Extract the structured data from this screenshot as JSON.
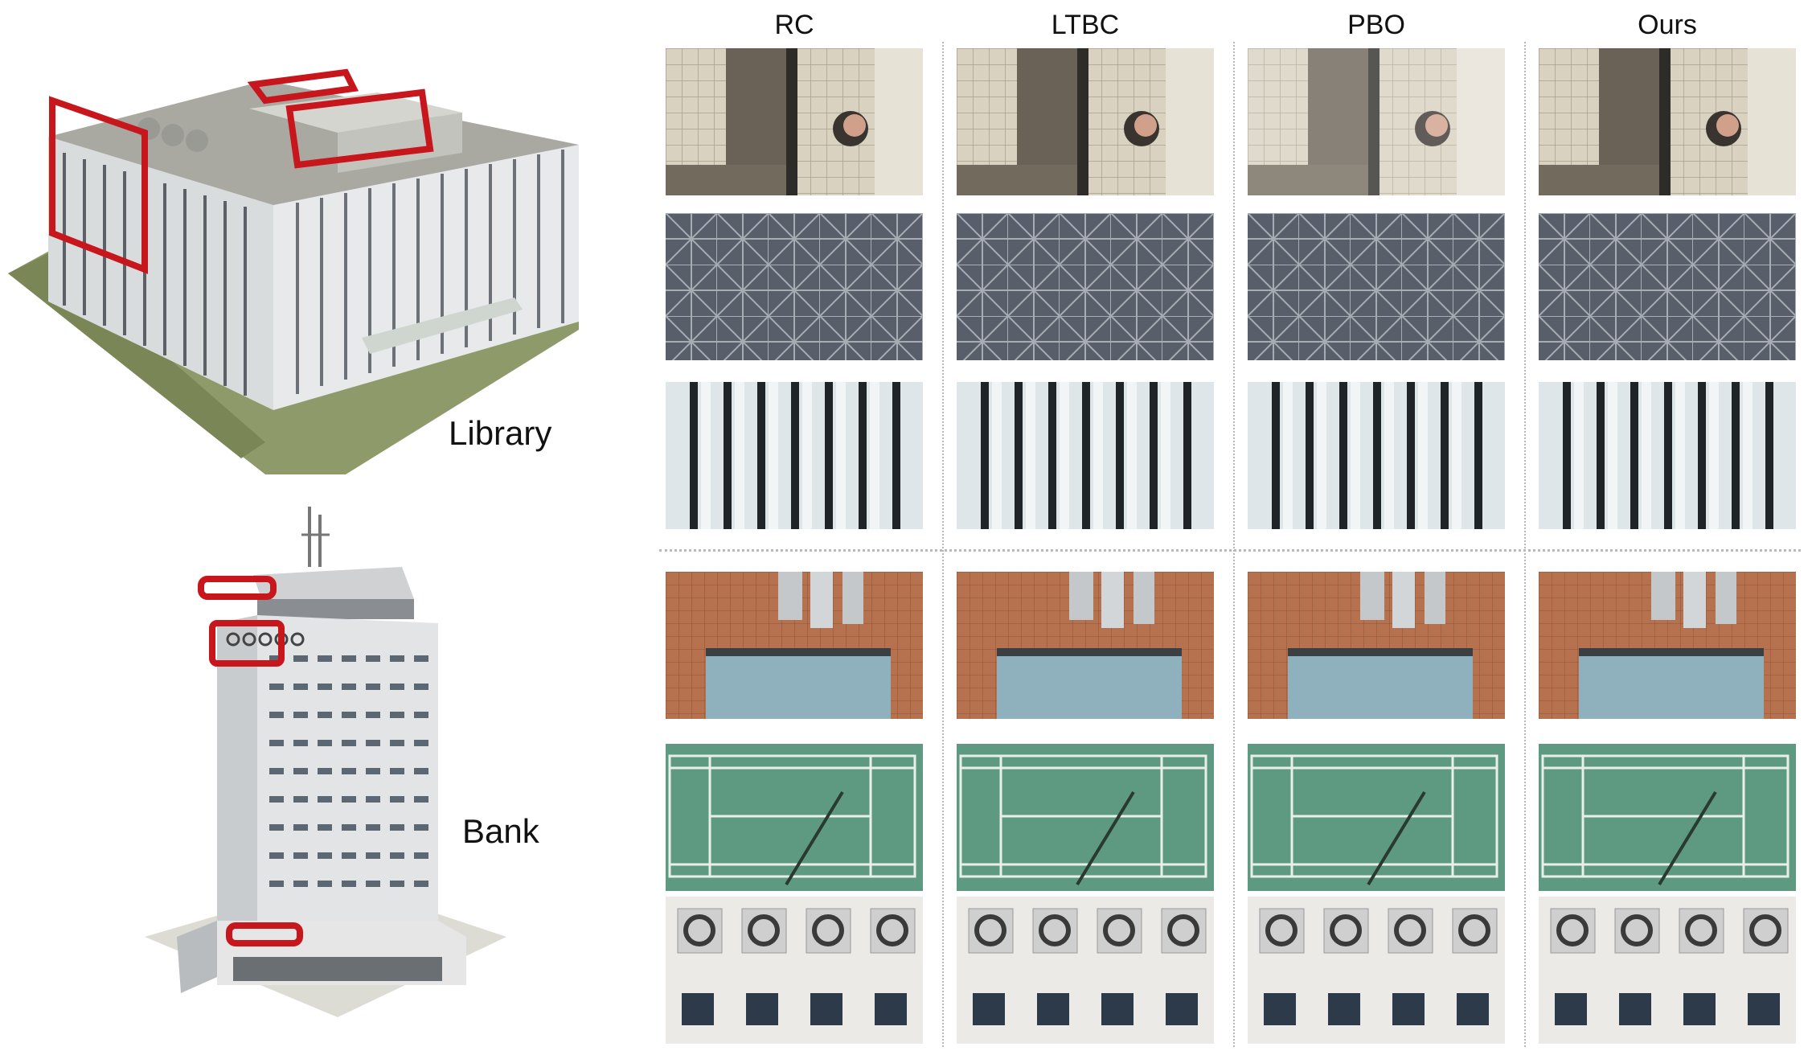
{
  "columns": [
    {
      "label": "RC"
    },
    {
      "label": "LTBC"
    },
    {
      "label": "PBO"
    },
    {
      "label": "Ours"
    }
  ],
  "models": [
    {
      "label": "Library"
    },
    {
      "label": "Bank"
    }
  ],
  "rows": [
    {
      "icon": "rooftop-tiles-icon"
    },
    {
      "icon": "glass-roof-pattern-icon"
    },
    {
      "icon": "facade-stripes-icon"
    },
    {
      "icon": "rooftop-ducts-icon"
    },
    {
      "icon": "sports-court-icon"
    },
    {
      "icon": "round-windows-icon"
    }
  ],
  "colors": {
    "highlight": "#c8161d",
    "separator": "#b9b9b9"
  }
}
